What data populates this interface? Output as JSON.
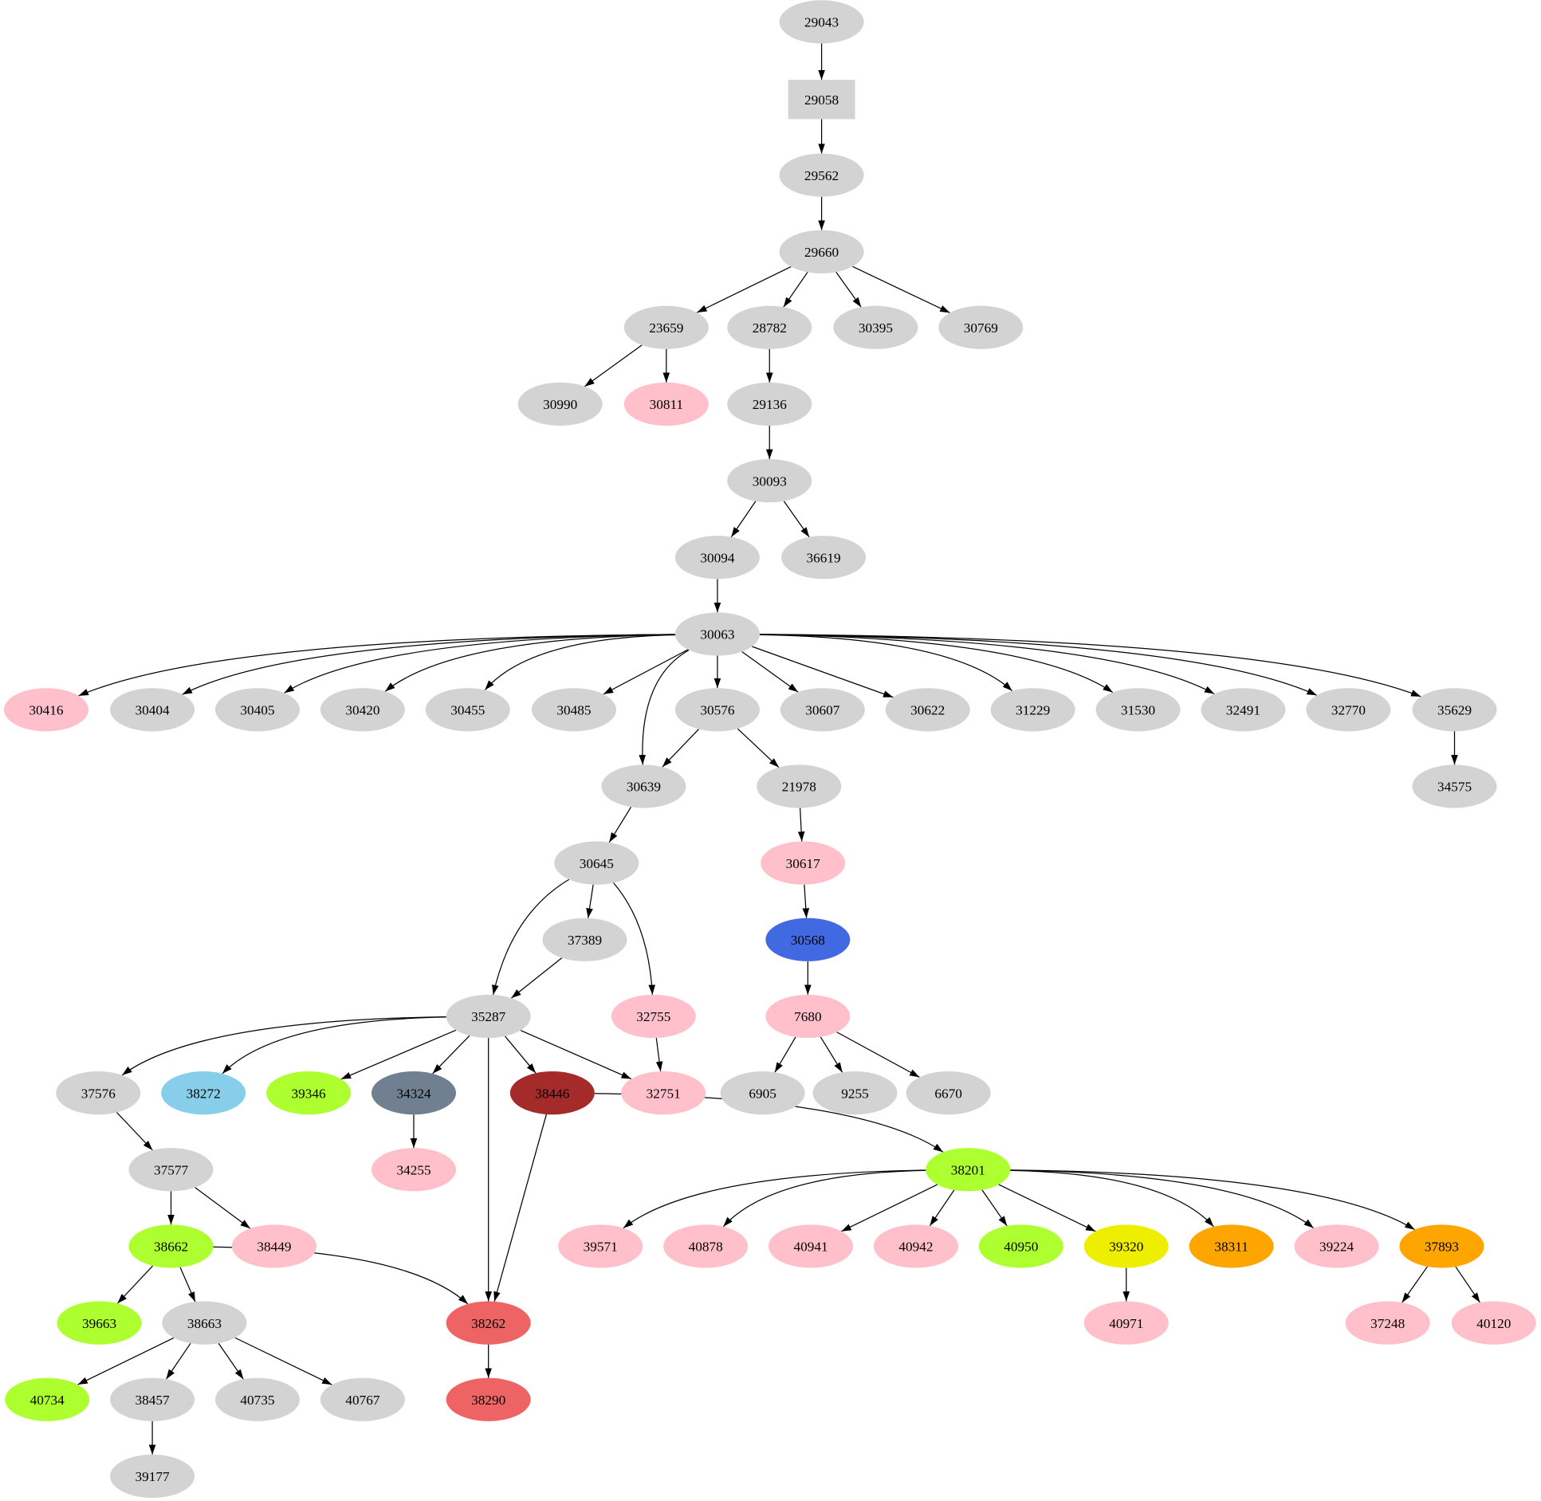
{
  "colors": {
    "gray": "#d3d3d3",
    "pink": "#ffc0cb",
    "royalblue": "#4169e1",
    "skyblue": "#87ceeb",
    "greenyellow": "#adff2f",
    "slategray": "#708090",
    "brown": "#a52a2a",
    "indianred": "#ee6363",
    "yellow": "#eeee00",
    "orange": "#ffa500"
  },
  "nodes": [
    {
      "id": "29043",
      "label": "29043",
      "color": "gray",
      "shape": "ellipse"
    },
    {
      "id": "29058",
      "label": "29058",
      "color": "gray",
      "shape": "box"
    },
    {
      "id": "29562",
      "label": "29562",
      "color": "gray",
      "shape": "ellipse"
    },
    {
      "id": "29660",
      "label": "29660",
      "color": "gray",
      "shape": "ellipse"
    },
    {
      "id": "23659",
      "label": "23659",
      "color": "gray",
      "shape": "ellipse"
    },
    {
      "id": "28782",
      "label": "28782",
      "color": "gray",
      "shape": "ellipse"
    },
    {
      "id": "30395",
      "label": "30395",
      "color": "gray",
      "shape": "ellipse"
    },
    {
      "id": "30769",
      "label": "30769",
      "color": "gray",
      "shape": "ellipse"
    },
    {
      "id": "30990",
      "label": "30990",
      "color": "gray",
      "shape": "ellipse"
    },
    {
      "id": "30811",
      "label": "30811",
      "color": "pink",
      "shape": "ellipse"
    },
    {
      "id": "29136",
      "label": "29136",
      "color": "gray",
      "shape": "ellipse"
    },
    {
      "id": "30093",
      "label": "30093",
      "color": "gray",
      "shape": "ellipse"
    },
    {
      "id": "30094",
      "label": "30094",
      "color": "gray",
      "shape": "ellipse"
    },
    {
      "id": "36619",
      "label": "36619",
      "color": "gray",
      "shape": "ellipse"
    },
    {
      "id": "30063",
      "label": "30063",
      "color": "gray",
      "shape": "ellipse"
    },
    {
      "id": "30416",
      "label": "30416",
      "color": "pink",
      "shape": "ellipse"
    },
    {
      "id": "30404",
      "label": "30404",
      "color": "gray",
      "shape": "ellipse"
    },
    {
      "id": "30405",
      "label": "30405",
      "color": "gray",
      "shape": "ellipse"
    },
    {
      "id": "30420",
      "label": "30420",
      "color": "gray",
      "shape": "ellipse"
    },
    {
      "id": "30455",
      "label": "30455",
      "color": "gray",
      "shape": "ellipse"
    },
    {
      "id": "30485",
      "label": "30485",
      "color": "gray",
      "shape": "ellipse"
    },
    {
      "id": "30576",
      "label": "30576",
      "color": "gray",
      "shape": "ellipse"
    },
    {
      "id": "30607",
      "label": "30607",
      "color": "gray",
      "shape": "ellipse"
    },
    {
      "id": "30622",
      "label": "30622",
      "color": "gray",
      "shape": "ellipse"
    },
    {
      "id": "31229",
      "label": "31229",
      "color": "gray",
      "shape": "ellipse"
    },
    {
      "id": "31530",
      "label": "31530",
      "color": "gray",
      "shape": "ellipse"
    },
    {
      "id": "32491",
      "label": "32491",
      "color": "gray",
      "shape": "ellipse"
    },
    {
      "id": "32770",
      "label": "32770",
      "color": "gray",
      "shape": "ellipse"
    },
    {
      "id": "35629",
      "label": "35629",
      "color": "gray",
      "shape": "ellipse"
    },
    {
      "id": "30639",
      "label": "30639",
      "color": "gray",
      "shape": "ellipse"
    },
    {
      "id": "21978",
      "label": "21978",
      "color": "gray",
      "shape": "ellipse"
    },
    {
      "id": "34575",
      "label": "34575",
      "color": "gray",
      "shape": "ellipse"
    },
    {
      "id": "30645",
      "label": "30645",
      "color": "gray",
      "shape": "ellipse"
    },
    {
      "id": "30617",
      "label": "30617",
      "color": "pink",
      "shape": "ellipse"
    },
    {
      "id": "37389",
      "label": "37389",
      "color": "gray",
      "shape": "ellipse"
    },
    {
      "id": "30568",
      "label": "30568",
      "color": "royalblue",
      "shape": "ellipse"
    },
    {
      "id": "35287",
      "label": "35287",
      "color": "gray",
      "shape": "ellipse"
    },
    {
      "id": "32755",
      "label": "32755",
      "color": "pink",
      "shape": "ellipse"
    },
    {
      "id": "7680",
      "label": "7680",
      "color": "pink",
      "shape": "ellipse"
    },
    {
      "id": "37576",
      "label": "37576",
      "color": "gray",
      "shape": "ellipse"
    },
    {
      "id": "38272",
      "label": "38272",
      "color": "skyblue",
      "shape": "ellipse"
    },
    {
      "id": "39346",
      "label": "39346",
      "color": "greenyellow",
      "shape": "ellipse"
    },
    {
      "id": "34324",
      "label": "34324",
      "color": "slategray",
      "shape": "ellipse"
    },
    {
      "id": "38446",
      "label": "38446",
      "color": "brown",
      "shape": "ellipse"
    },
    {
      "id": "32751",
      "label": "32751",
      "color": "pink",
      "shape": "ellipse"
    },
    {
      "id": "6905",
      "label": "6905",
      "color": "gray",
      "shape": "ellipse"
    },
    {
      "id": "9255",
      "label": "9255",
      "color": "gray",
      "shape": "ellipse"
    },
    {
      "id": "6670",
      "label": "6670",
      "color": "gray",
      "shape": "ellipse"
    },
    {
      "id": "37577",
      "label": "37577",
      "color": "gray",
      "shape": "ellipse"
    },
    {
      "id": "34255",
      "label": "34255",
      "color": "pink",
      "shape": "ellipse"
    },
    {
      "id": "38201",
      "label": "38201",
      "color": "greenyellow",
      "shape": "ellipse"
    },
    {
      "id": "38662",
      "label": "38662",
      "color": "greenyellow",
      "shape": "ellipse"
    },
    {
      "id": "38449",
      "label": "38449",
      "color": "pink",
      "shape": "ellipse"
    },
    {
      "id": "39571",
      "label": "39571",
      "color": "pink",
      "shape": "ellipse"
    },
    {
      "id": "40878",
      "label": "40878",
      "color": "pink",
      "shape": "ellipse"
    },
    {
      "id": "40941",
      "label": "40941",
      "color": "pink",
      "shape": "ellipse"
    },
    {
      "id": "40942",
      "label": "40942",
      "color": "pink",
      "shape": "ellipse"
    },
    {
      "id": "40950",
      "label": "40950",
      "color": "greenyellow",
      "shape": "ellipse"
    },
    {
      "id": "39320",
      "label": "39320",
      "color": "yellow",
      "shape": "ellipse"
    },
    {
      "id": "38311",
      "label": "38311",
      "color": "orange",
      "shape": "ellipse"
    },
    {
      "id": "39224",
      "label": "39224",
      "color": "pink",
      "shape": "ellipse"
    },
    {
      "id": "37893",
      "label": "37893",
      "color": "orange",
      "shape": "ellipse"
    },
    {
      "id": "39663",
      "label": "39663",
      "color": "greenyellow",
      "shape": "ellipse"
    },
    {
      "id": "38663",
      "label": "38663",
      "color": "gray",
      "shape": "ellipse"
    },
    {
      "id": "38262",
      "label": "38262",
      "color": "indianred",
      "shape": "ellipse"
    },
    {
      "id": "40971",
      "label": "40971",
      "color": "pink",
      "shape": "ellipse"
    },
    {
      "id": "37248",
      "label": "37248",
      "color": "pink",
      "shape": "ellipse"
    },
    {
      "id": "40120",
      "label": "40120",
      "color": "pink",
      "shape": "ellipse"
    },
    {
      "id": "40734",
      "label": "40734",
      "color": "greenyellow",
      "shape": "ellipse"
    },
    {
      "id": "38457",
      "label": "38457",
      "color": "gray",
      "shape": "ellipse"
    },
    {
      "id": "40735",
      "label": "40735",
      "color": "gray",
      "shape": "ellipse"
    },
    {
      "id": "40767",
      "label": "40767",
      "color": "gray",
      "shape": "ellipse"
    },
    {
      "id": "38290",
      "label": "38290",
      "color": "indianred",
      "shape": "ellipse"
    },
    {
      "id": "39177",
      "label": "39177",
      "color": "gray",
      "shape": "ellipse"
    }
  ],
  "edges": [
    [
      "29043",
      "29058"
    ],
    [
      "29058",
      "29562"
    ],
    [
      "29562",
      "29660"
    ],
    [
      "29660",
      "23659"
    ],
    [
      "29660",
      "28782"
    ],
    [
      "29660",
      "30395"
    ],
    [
      "29660",
      "30769"
    ],
    [
      "23659",
      "30990"
    ],
    [
      "23659",
      "30811"
    ],
    [
      "28782",
      "29136"
    ],
    [
      "29136",
      "30093"
    ],
    [
      "30093",
      "30094"
    ],
    [
      "30093",
      "36619"
    ],
    [
      "30094",
      "30063"
    ],
    [
      "30063",
      "30416"
    ],
    [
      "30063",
      "30404"
    ],
    [
      "30063",
      "30405"
    ],
    [
      "30063",
      "30420"
    ],
    [
      "30063",
      "30455"
    ],
    [
      "30063",
      "30485"
    ],
    [
      "30063",
      "30639"
    ],
    [
      "30063",
      "30576"
    ],
    [
      "30063",
      "30607"
    ],
    [
      "30063",
      "30622"
    ],
    [
      "30063",
      "31229"
    ],
    [
      "30063",
      "31530"
    ],
    [
      "30063",
      "32491"
    ],
    [
      "30063",
      "32770"
    ],
    [
      "30063",
      "35629"
    ],
    [
      "30576",
      "30639"
    ],
    [
      "30576",
      "21978"
    ],
    [
      "35629",
      "34575"
    ],
    [
      "30639",
      "30645"
    ],
    [
      "21978",
      "30617"
    ],
    [
      "30617",
      "30568"
    ],
    [
      "30568",
      "7680"
    ],
    [
      "30645",
      "35287"
    ],
    [
      "30645",
      "37389"
    ],
    [
      "30645",
      "32755"
    ],
    [
      "37389",
      "35287"
    ],
    [
      "35287",
      "37576"
    ],
    [
      "35287",
      "38272"
    ],
    [
      "35287",
      "39346"
    ],
    [
      "35287",
      "34324"
    ],
    [
      "35287",
      "38262"
    ],
    [
      "35287",
      "38446"
    ],
    [
      "35287",
      "32751"
    ],
    [
      "32755",
      "32751"
    ],
    [
      "7680",
      "6905"
    ],
    [
      "7680",
      "9255"
    ],
    [
      "7680",
      "6670"
    ],
    [
      "37576",
      "37577"
    ],
    [
      "34324",
      "34255"
    ],
    [
      "38446",
      "38262"
    ],
    [
      "38446",
      "38201"
    ],
    [
      "37577",
      "38662"
    ],
    [
      "37577",
      "38449"
    ],
    [
      "38201",
      "39571"
    ],
    [
      "38201",
      "40878"
    ],
    [
      "38201",
      "40941"
    ],
    [
      "38201",
      "40942"
    ],
    [
      "38201",
      "40950"
    ],
    [
      "38201",
      "39320"
    ],
    [
      "38201",
      "38311"
    ],
    [
      "38201",
      "39224"
    ],
    [
      "38201",
      "37893"
    ],
    [
      "38662",
      "39663"
    ],
    [
      "38662",
      "38663"
    ],
    [
      "38662",
      "38262"
    ],
    [
      "39320",
      "40971"
    ],
    [
      "37893",
      "37248"
    ],
    [
      "37893",
      "40120"
    ],
    [
      "38663",
      "40734"
    ],
    [
      "38663",
      "38457"
    ],
    [
      "38663",
      "40735"
    ],
    [
      "38663",
      "40767"
    ],
    [
      "38262",
      "38290"
    ],
    [
      "38457",
      "39177"
    ]
  ]
}
